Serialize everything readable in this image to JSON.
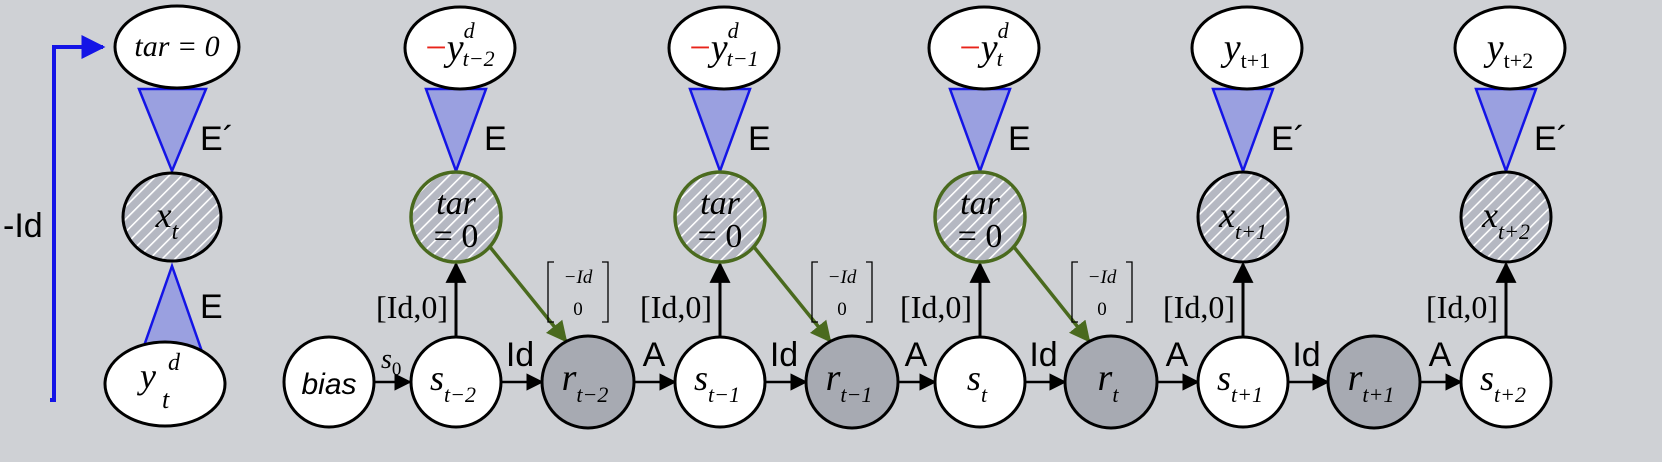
{
  "colors": {
    "background": "#cfd1d5",
    "blue": "#1414e6",
    "triangle_fill": "#9aa0e0",
    "green": "#4a6a1e",
    "hatch_fill": "#b5b8c2",
    "r_fill": "#a7aab2"
  },
  "left": {
    "top_node": "tar = 0",
    "mid_node": {
      "base": "x",
      "sub": "t"
    },
    "bottom_node": {
      "base": "y",
      "sup": "d",
      "sub": "t"
    },
    "e_prime_label": "E´",
    "e_label": "E",
    "feedback_label": "-Id"
  },
  "chain": {
    "bias_label": "bias",
    "s0_label": {
      "base": "s",
      "sub": "0"
    },
    "s_nodes": [
      {
        "base": "s",
        "sub": "t−2"
      },
      {
        "base": "s",
        "sub": "t−1"
      },
      {
        "base": "s",
        "sub": "t"
      },
      {
        "base": "s",
        "sub": "t+1"
      },
      {
        "base": "s",
        "sub": "t+2"
      }
    ],
    "r_nodes": [
      {
        "base": "r",
        "sub": "t−2"
      },
      {
        "base": "r",
        "sub": "t−1"
      },
      {
        "base": "r",
        "sub": "t"
      },
      {
        "base": "r",
        "sub": "t+1"
      }
    ],
    "id_label": "Id",
    "a_label": "A",
    "proj_label": "[Id,0]",
    "matrix_top": "−Id",
    "matrix_bottom": "0"
  },
  "columns": [
    {
      "mid_line1": "tar",
      "mid_line2": "= 0",
      "top_minus": "−",
      "top": {
        "base": "y",
        "sup": "d",
        "sub": "t−2"
      },
      "tri_label": "E"
    },
    {
      "mid_line1": "tar",
      "mid_line2": "= 0",
      "top_minus": "−",
      "top": {
        "base": "y",
        "sup": "d",
        "sub": "t−1"
      },
      "tri_label": "E"
    },
    {
      "mid_line1": "tar",
      "mid_line2": "= 0",
      "top_minus": "−",
      "top": {
        "base": "y",
        "sup": "d",
        "sub": "t"
      },
      "tri_label": "E"
    },
    {
      "mid": {
        "base": "x",
        "sub": "t+1"
      },
      "top": {
        "base": "y",
        "sub": "t+1"
      },
      "tri_label": "E´"
    },
    {
      "mid": {
        "base": "x",
        "sub": "t+2"
      },
      "top": {
        "base": "y",
        "sub": "t+2"
      },
      "tri_label": "E´"
    }
  ]
}
